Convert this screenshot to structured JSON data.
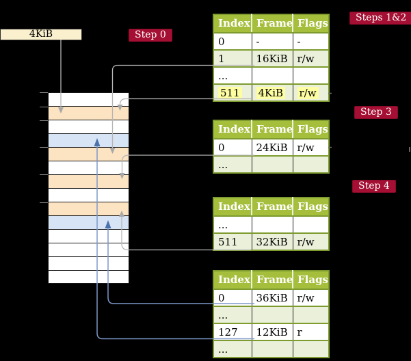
{
  "size_box": {
    "label": "4KiB"
  },
  "badges": [
    {
      "id": "step0",
      "label": "Step 0"
    },
    {
      "id": "steps12",
      "label": "Steps 1&2"
    },
    {
      "id": "step3",
      "label": "Step 3"
    },
    {
      "id": "step4",
      "label": "Step 4"
    }
  ],
  "columns": [
    "Index",
    "Frame",
    "Flags"
  ],
  "tables": [
    {
      "name": "page-table-steps-1-2",
      "rows": [
        {
          "cells": [
            "0",
            "-",
            "-"
          ],
          "shade": "white"
        },
        {
          "cells": [
            "1",
            "16KiB",
            "r/w"
          ],
          "shade": "green"
        },
        {
          "cells": [
            "...",
            "",
            ""
          ],
          "shade": "white"
        },
        {
          "cells": [
            "511",
            "4KiB",
            "r/w"
          ],
          "shade": "green",
          "highlight": true
        }
      ]
    },
    {
      "name": "page-table-step-3",
      "rows": [
        {
          "cells": [
            "0",
            "24KiB",
            "r/w"
          ],
          "shade": "white"
        },
        {
          "cells": [
            "...",
            "",
            ""
          ],
          "shade": "green"
        }
      ]
    },
    {
      "name": "page-table-step-4",
      "rows": [
        {
          "cells": [
            "...",
            "",
            ""
          ],
          "shade": "white"
        },
        {
          "cells": [
            "511",
            "32KiB",
            "r/w"
          ],
          "shade": "green"
        }
      ]
    },
    {
      "name": "page-table-final",
      "rows": [
        {
          "cells": [
            "0",
            "36KiB",
            "r/w"
          ],
          "shade": "white"
        },
        {
          "cells": [
            "...",
            "",
            ""
          ],
          "shade": "green"
        },
        {
          "cells": [
            "127",
            "12KiB",
            "r"
          ],
          "shade": "white"
        },
        {
          "cells": [
            "...",
            "",
            ""
          ],
          "shade": "green"
        }
      ]
    }
  ],
  "memory": {
    "rows": [
      "white",
      "peach",
      "white",
      "blue",
      "peach",
      "white",
      "peach",
      "white",
      "peach",
      "blue",
      "white",
      "white",
      "white",
      "white"
    ]
  },
  "connections": [
    {
      "from": "size-box-4kib",
      "to": "memory-row-2",
      "style": "gray"
    },
    {
      "from": "entry-1-16kib",
      "to": "memory-row-5",
      "style": "gray"
    },
    {
      "from": "entry-511-4kib",
      "to": "memory-row-2",
      "style": "gray"
    },
    {
      "from": "entry-0-24kib",
      "to": "memory-row-7",
      "style": "gray"
    },
    {
      "from": "entry-511-32kib",
      "to": "memory-row-9",
      "style": "gray"
    },
    {
      "from": "entry-0-36kib",
      "to": "memory-row-10",
      "style": "blue"
    },
    {
      "from": "entry-127-12kib",
      "to": "memory-row-4",
      "style": "blue"
    }
  ],
  "colors": {
    "badge_red": "#a50f33",
    "header_green": "#a5bf3d",
    "row_green": "#eaf0da",
    "row_peach": "#fce4c3",
    "row_blue": "#d7e4f5",
    "highlight_yellow": "#fdfda1",
    "box_cream": "#fbf0cd",
    "gray_line": "#b6b6b6",
    "blue_line": "#7d98c8"
  }
}
